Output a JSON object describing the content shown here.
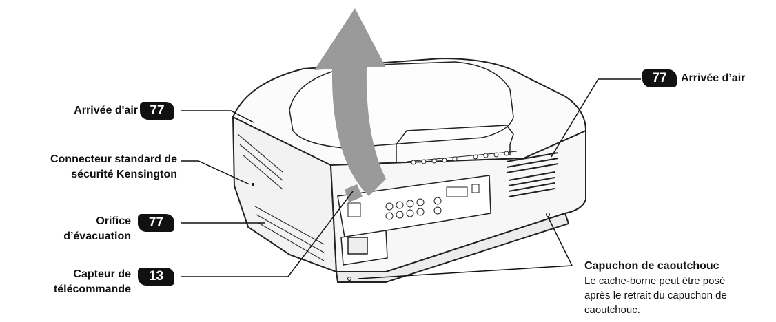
{
  "labels": {
    "air_in_left": "Arrivée d'air",
    "air_in_left_ref": "77",
    "kensington_l1": "Connecteur standard de",
    "kensington_l2": "sécurité Kensington",
    "exhaust_l1": "Orifice",
    "exhaust_l2": "d’évacuation",
    "exhaust_ref": "77",
    "remote_l1": "Capteur de",
    "remote_l2": "télécommande",
    "remote_ref": "13",
    "air_in_right": "Arrivée d’air",
    "air_in_right_ref": "77",
    "rubber_cap_title": "Capuchon de caoutchouc",
    "rubber_cap_desc_l1": "Le cache-borne peut être posé",
    "rubber_cap_desc_l2": "après le retrait du capuchon de",
    "rubber_cap_desc_l3": "caoutchouc."
  },
  "colors": {
    "arrow_gray": "#9a9a9a",
    "badge_bg": "#111111",
    "body_outline": "#222222"
  }
}
